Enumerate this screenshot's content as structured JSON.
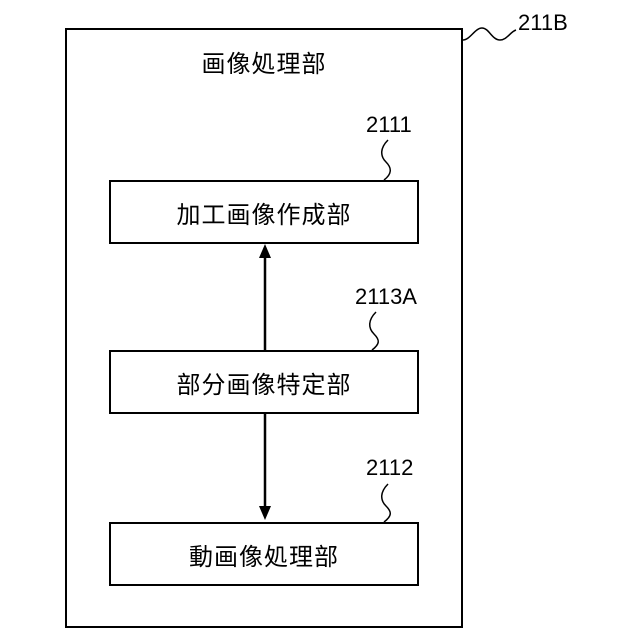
{
  "diagram": {
    "outer_ref": "211B",
    "outer_title": "画像処理部",
    "blocks": [
      {
        "ref": "2111",
        "label": "加工画像作成部"
      },
      {
        "ref": "2113A",
        "label": "部分画像特定部"
      },
      {
        "ref": "2112",
        "label": "動画像処理部"
      }
    ]
  }
}
